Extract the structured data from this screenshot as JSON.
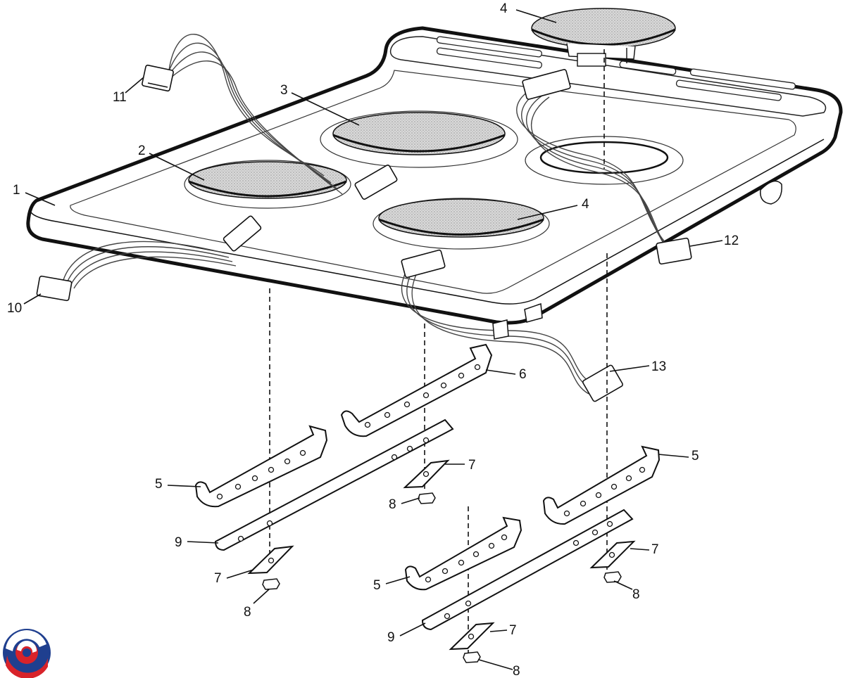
{
  "diagram": {
    "callouts": [
      {
        "id": "c1",
        "label": "1"
      },
      {
        "id": "c2",
        "label": "2"
      },
      {
        "id": "c3",
        "label": "3"
      },
      {
        "id": "c4-top",
        "label": "4"
      },
      {
        "id": "c4-mid",
        "label": "4"
      },
      {
        "id": "c5-left",
        "label": "5"
      },
      {
        "id": "c5-right",
        "label": "5"
      },
      {
        "id": "c5-lower",
        "label": "5"
      },
      {
        "id": "c6",
        "label": "6"
      },
      {
        "id": "c7-mid",
        "label": "7"
      },
      {
        "id": "c7-left",
        "label": "7"
      },
      {
        "id": "c7-right",
        "label": "7"
      },
      {
        "id": "c7-bottom",
        "label": "7"
      },
      {
        "id": "c8-mid",
        "label": "8"
      },
      {
        "id": "c8-left",
        "label": "8"
      },
      {
        "id": "c8-right",
        "label": "8"
      },
      {
        "id": "c8-bottom",
        "label": "8"
      },
      {
        "id": "c9-left",
        "label": "9"
      },
      {
        "id": "c9-right",
        "label": "9"
      },
      {
        "id": "c10",
        "label": "10"
      },
      {
        "id": "c11",
        "label": "11"
      },
      {
        "id": "c12",
        "label": "12"
      },
      {
        "id": "c13",
        "label": "13"
      }
    ],
    "logo": {
      "name": "brand-swirl-logo",
      "colors": [
        "#1f3f8f",
        "#d8232a"
      ]
    }
  }
}
